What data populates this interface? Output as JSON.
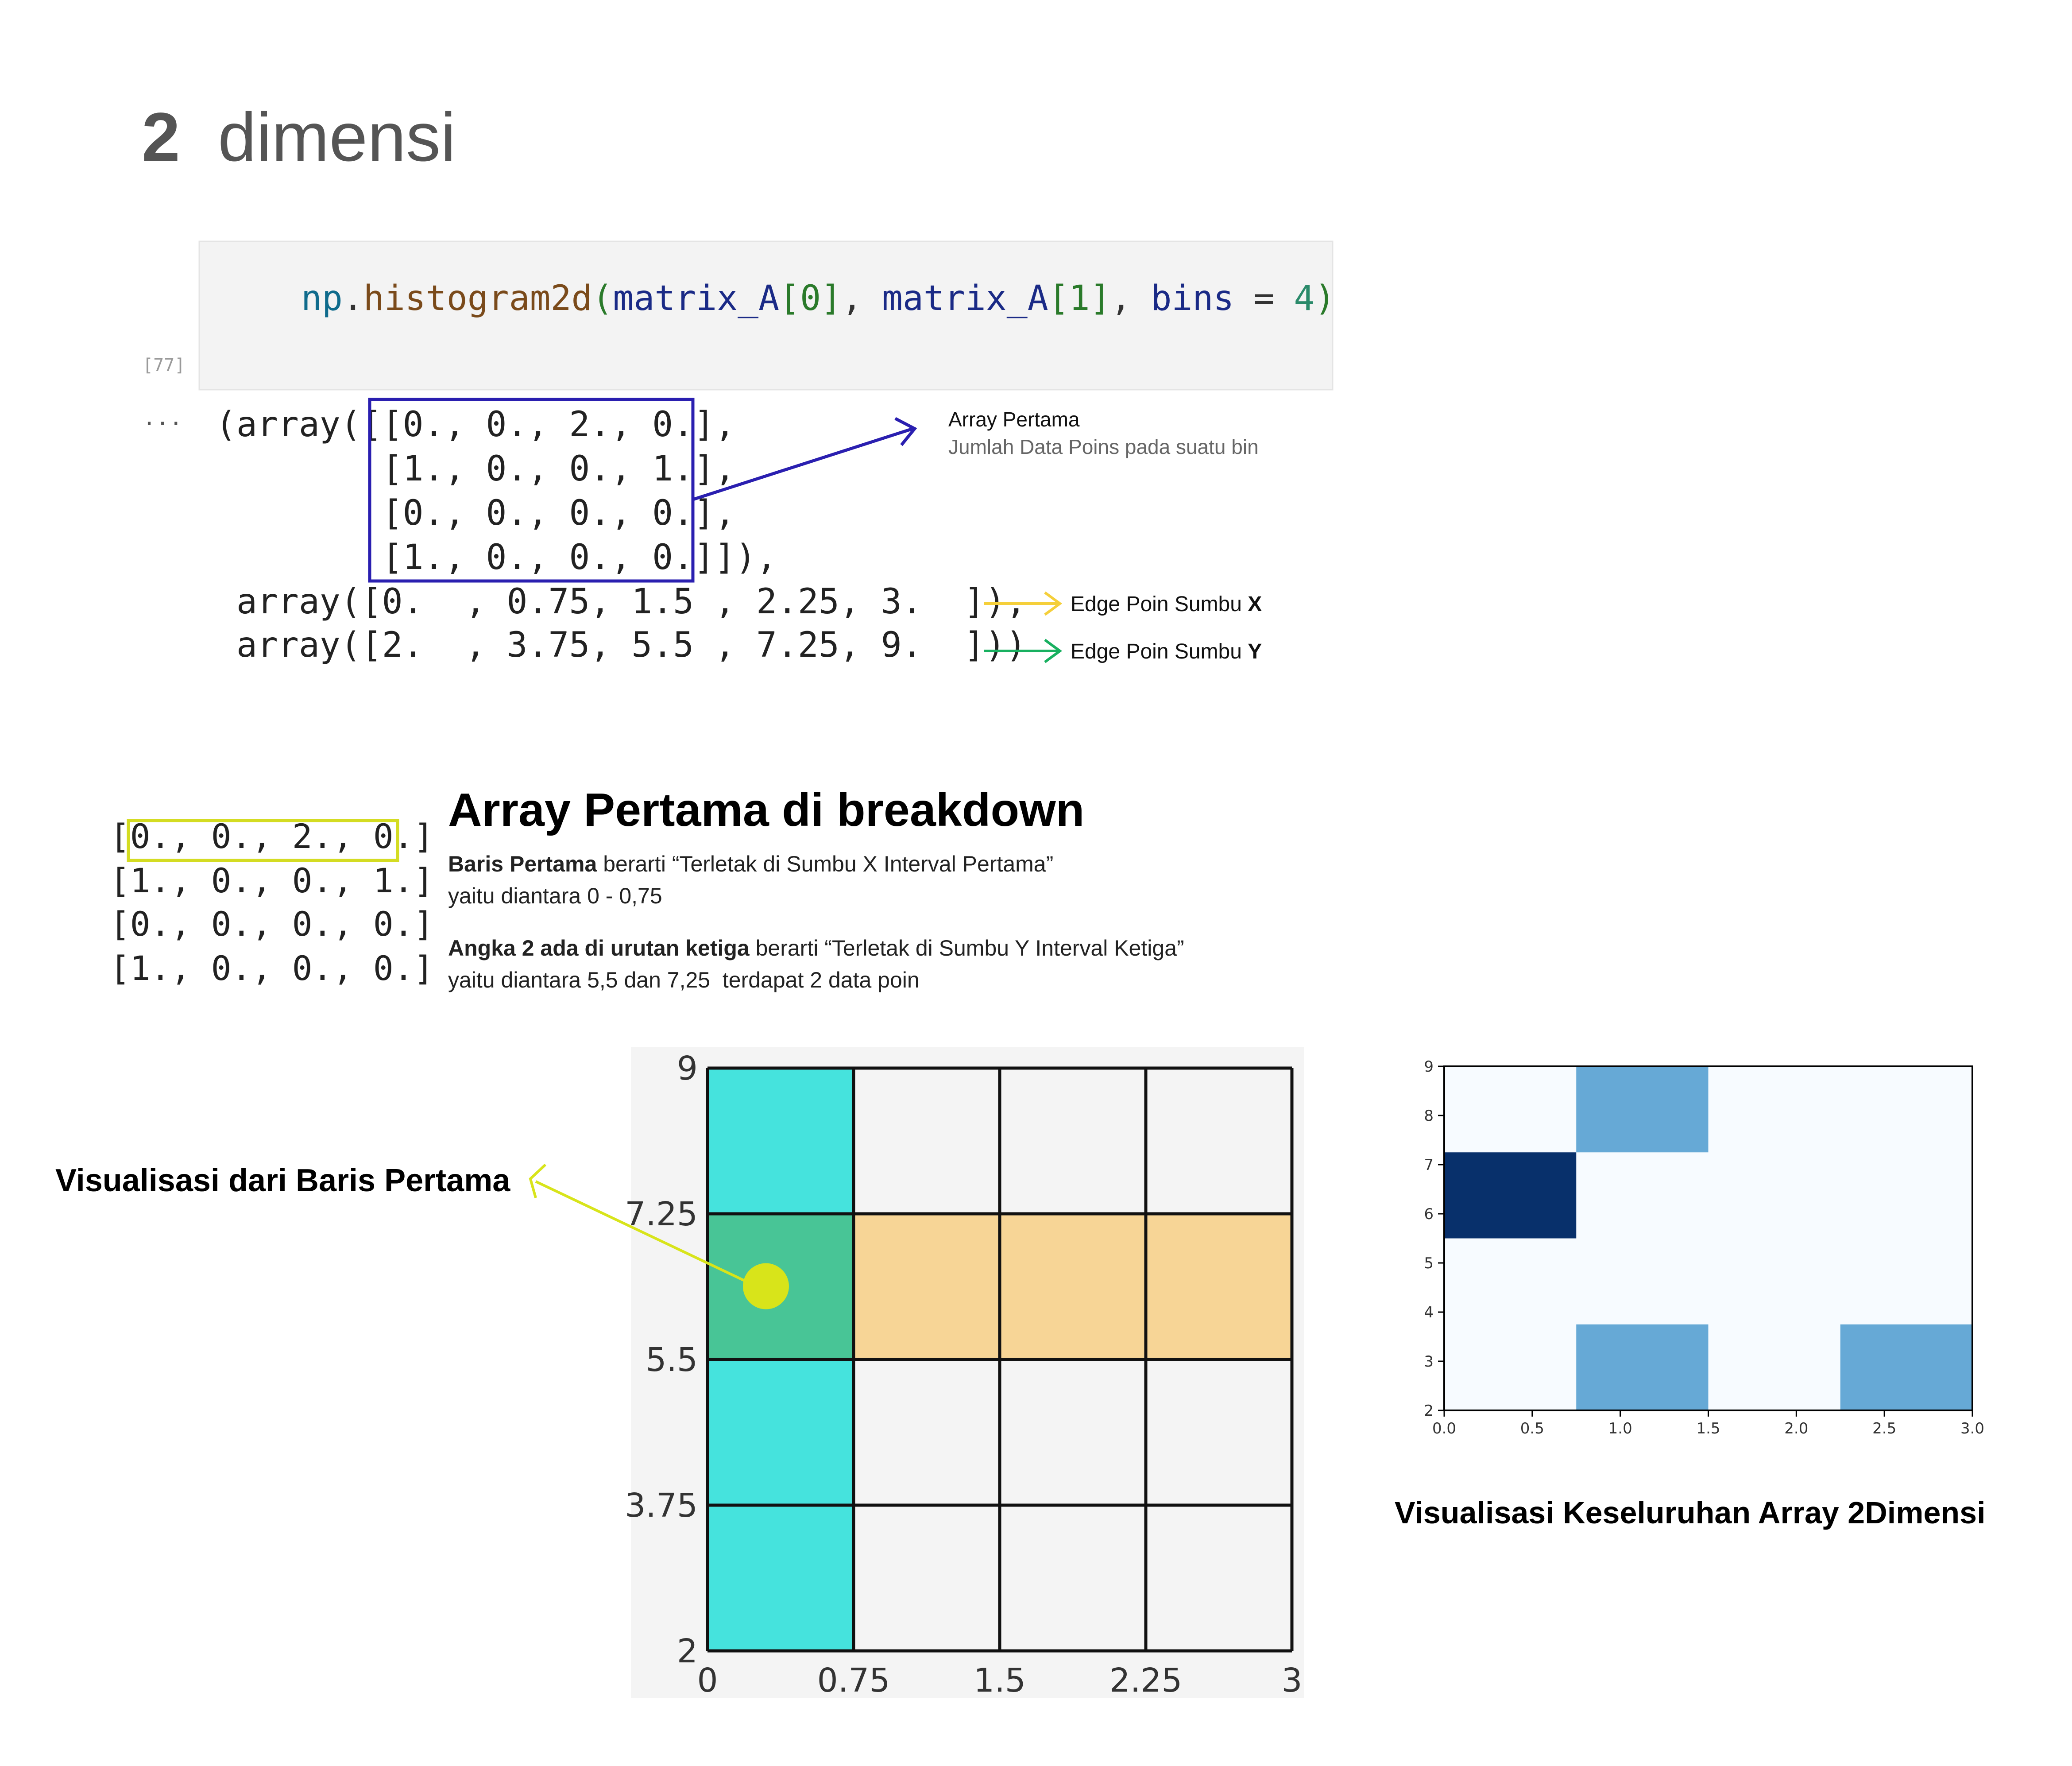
{
  "heading": {
    "number": "2",
    "word": "dimensi"
  },
  "cell": {
    "counter": "[77]",
    "code": {
      "obj": "np",
      "dot": ".",
      "func": "histogram2d",
      "open": "(",
      "arg1_name": "matrix_A",
      "arg1_idx": "[0]",
      "comma1": ",",
      "arg2_name": "matrix_A",
      "arg2_idx": "[1]",
      "comma2": ",",
      "kw": "bins",
      "eq": "=",
      "num": "4",
      "close": ")"
    },
    "colors": {
      "obj": "#0f6b8c",
      "func": "#7a4a1a",
      "var": "#1a2a86",
      "bracket": "#2a7a2a",
      "num": "#2a8a6a",
      "punct": "#333333"
    }
  },
  "output": {
    "ellipsis": "...",
    "lines": [
      "(array([[0., 0., 2., 0.],",
      "        [1., 0., 0., 1.],",
      "        [0., 0., 0., 0.],",
      "        [1., 0., 0., 0.]]),",
      " array([0.  , 0.75, 1.5 , 2.25, 3.  ]),",
      " array([2.  , 3.75, 5.5 , 7.25, 9.  ]))"
    ]
  },
  "annotations": {
    "array_title": "Array Pertama",
    "array_desc": "Jumlah Data Poins pada suatu bin",
    "edge_x_prefix": "Edge Poin Sumbu ",
    "edge_x_axis": "X",
    "edge_y_prefix": "Edge Poin Sumbu ",
    "edge_y_axis": "Y",
    "colors": {
      "array_box": "#2a1fb0",
      "edge_x": "#f5cf3a",
      "edge_y": "#18b060"
    }
  },
  "breakdown": {
    "title": "Array Pertama di breakdown",
    "matrix": [
      "[0., 0., 2., 0.]",
      "[1., 0., 0., 1.]",
      "[0., 0., 0., 0.]",
      "[1., 0., 0., 0.]"
    ],
    "para1_bold": "Baris Pertama",
    "para1_rest": " berarti “Terletak di Sumbu X Interval Pertama”",
    "para1_line2": "yaitu diantara 0 - 0,75",
    "para2_bold": "Angka 2 ada di urutan ketiga",
    "para2_rest": " berarti “Terletak di Sumbu Y Interval Ketiga”",
    "para2_line2": "yaitu diantara 5,5 dan 7,25  terdapat 2 data poin",
    "highlight_color": "#d4dc22"
  },
  "grid_label": "Visualisasi dari Baris Pertama",
  "whole_label": "Visualisasi Keseluruhan Array 2Dimensi",
  "chart_data": [
    {
      "type": "heatmap",
      "description_role": "schematic grid of bins",
      "x_edges": [
        0,
        0.75,
        1.5,
        2.25,
        3
      ],
      "y_edges": [
        2,
        3.75,
        5.5,
        7.25,
        9
      ],
      "x_tick_labels": [
        "0",
        "0.75",
        "1.5",
        "2.25",
        "3"
      ],
      "y_tick_labels": [
        "2",
        "3.75",
        "5.5",
        "7.25",
        "9"
      ],
      "highlight_column": {
        "x_bin": 0,
        "color": "#45e3dd"
      },
      "highlight_row": {
        "y_bin": 2,
        "color": "#f7d596"
      },
      "intersection": {
        "x_bin": 0,
        "y_bin": 2,
        "color": "#48c596"
      },
      "marker": {
        "x": 0.3,
        "y": 6.38,
        "color": "#d8e41a"
      }
    },
    {
      "type": "heatmap",
      "x_edges": [
        0,
        0.75,
        1.5,
        2.25,
        3
      ],
      "y_edges": [
        2,
        3.75,
        5.5,
        7.25,
        9
      ],
      "xlim": [
        0,
        3
      ],
      "ylim": [
        2,
        9
      ],
      "x_ticks": [
        0,
        0.5,
        1,
        1.5,
        2,
        2.5,
        3
      ],
      "x_tick_labels": [
        "0.0",
        "0.5",
        "1.0",
        "1.5",
        "2.0",
        "2.5",
        "3.0"
      ],
      "y_ticks": [
        2,
        3,
        4,
        5,
        6,
        7,
        8,
        9
      ],
      "y_tick_labels": [
        "2",
        "3",
        "4",
        "5",
        "6",
        "7",
        "8",
        "9"
      ],
      "cells": [
        {
          "x_bin": 0,
          "y_bin": 2,
          "count": 2,
          "color": "#08306b"
        },
        {
          "x_bin": 1,
          "y_bin": 0,
          "count": 1,
          "color": "#66a9d6"
        },
        {
          "x_bin": 1,
          "y_bin": 3,
          "count": 1,
          "color": "#66a9d6"
        },
        {
          "x_bin": 3,
          "y_bin": 0,
          "count": 1,
          "color": "#66a9d6"
        }
      ],
      "empty_color": "#f7fbff"
    }
  ]
}
